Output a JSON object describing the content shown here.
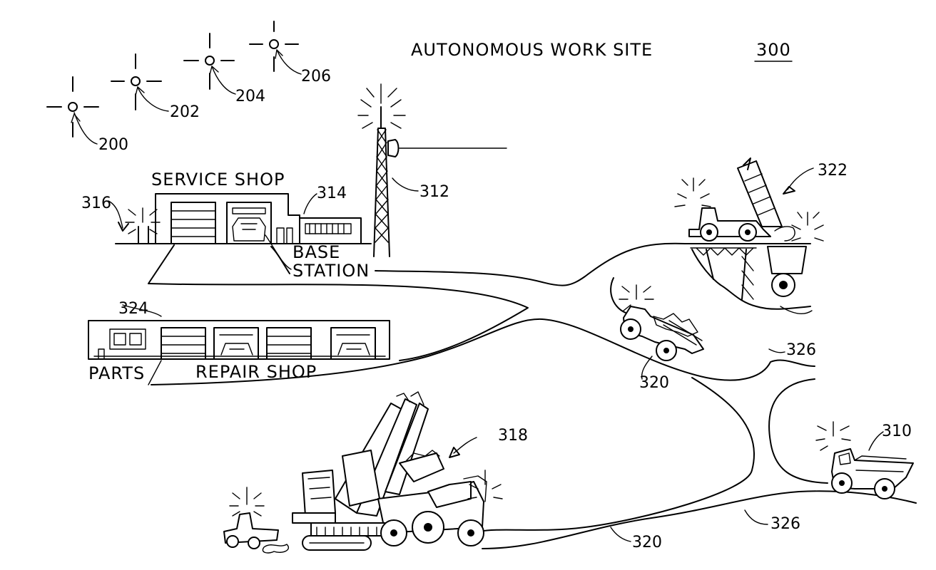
{
  "title": "AUTONOMOUS WORK SITE",
  "figure_ref": "300",
  "satellites": [
    {
      "ref": "200",
      "icon": "gps-satellite-icon"
    },
    {
      "ref": "202",
      "icon": "gps-satellite-icon"
    },
    {
      "ref": "204",
      "icon": "gps-satellite-icon"
    },
    {
      "ref": "206",
      "icon": "gps-satellite-icon"
    }
  ],
  "buildings": {
    "service_shop": "SERVICE SHOP",
    "base_station_line1": "BASE",
    "base_station_line2": "STATION",
    "parts": "PARTS",
    "repair_shop": "REPAIR SHOP"
  },
  "refs": {
    "tower": "312",
    "base_station": "314",
    "service_beacon": "316",
    "repair_shop": "324",
    "dump_site": "322",
    "road_upper": "326",
    "road_lower": "326",
    "haul_truck_mid": "320",
    "road_bottom": "320",
    "loading_machine": "318",
    "haul_truck_right": "310"
  }
}
